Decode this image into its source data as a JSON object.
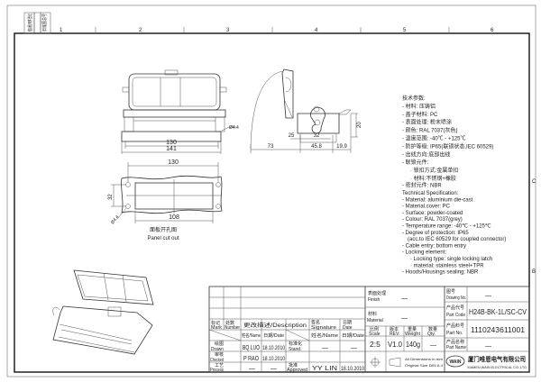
{
  "border": {
    "columns": [
      "1",
      "2",
      "3",
      "4",
      "5",
      "6"
    ],
    "rows_right": [
      "C",
      "B"
    ],
    "corner_boxes": [
      "借(通)用件登记",
      "旧底图总号",
      "底图总号"
    ]
  },
  "front_view": {
    "dim_inner": "130",
    "dim_outer": "141",
    "hole_dia": "Ø4.4"
  },
  "side_view": {
    "dims": [
      "73",
      "45.8",
      "19.9",
      "25",
      "32",
      "20"
    ]
  },
  "panel_cutout": {
    "dim_width": "130",
    "dim_height": "32",
    "dim_inner": "108",
    "hole_dia": "Ø4.4",
    "title_cn": "面板开孔图",
    "title_en": "Panel cut out"
  },
  "spec_cn": {
    "title": "技术参数:",
    "lines": [
      "- 材料: 压铸铝",
      "- 盖子材料: PC",
      "- 表面处理: 粉末喷涂",
      "- 颜色: RAL 7037(灰色)",
      "- 温度范围: -40℃ - +125℃",
      "- 防护等级: IP65(联锁状态,IEC 60529)",
      "- 出线方向:底部出线",
      "- 联锁元件:",
      "· 锁扣方式:金属单扣",
      "· 材料:不锈钢+橡胶",
      "- 密封元件: NBR"
    ]
  },
  "spec_en": {
    "title": "Technical Specification:",
    "lines": [
      "- Material: aluminium die-cast",
      "- Material.cover: PC",
      "- Surface: powder-coated",
      "- Colour: RAL 7037(grey)",
      "- Temperature range: -40℃ - +125℃",
      "- Degree of protection: IP65",
      "(acc.to IEC 60529 for coupled connector)",
      "- Cable entry: bottom entry",
      "- Locking element:",
      "· Locking type: single locking latch",
      "· material: stainless steel+TPR",
      "- Hoods/Housings sealing: NBR"
    ]
  },
  "title_block": {
    "mark": "标记\nMark",
    "mark_cn": "标记",
    "mark_en": "Mark",
    "number_cn": "处数",
    "number_en": "Number",
    "description": "更改描述/Description",
    "signature_cn": "签名",
    "signature_en": "Signature",
    "date_cn": "日期",
    "date_en": "Date",
    "name_hdr": "姓名/Name",
    "date_hdr": "日期/Date",
    "name_hdr2": "姓名/Name",
    "date_hdr2": "日期/Date",
    "drawn_cn": "绘图",
    "drawn_en": "Drawn",
    "drawn_name": "BQ  LUO",
    "drawn_date": "18.10.2010",
    "checked_cn": "审核",
    "checked_en": "Checked",
    "checked_name": "P  RAO",
    "checked_date": "18.10.2010",
    "process_cn": "工艺",
    "process_en": "Process",
    "process_name": "—",
    "process_date": "—",
    "stand_cn": "标准化",
    "stand_en": "Stand.",
    "stand_name": "—",
    "stand_date": "—",
    "approved_cn": "批准",
    "approved_en": "Approved",
    "approved_name": "YY  LIN",
    "approved_date": "18.10.2010",
    "finish_cn": "表面处理",
    "finish_en": "Finish",
    "finish_value": "—",
    "material_cn": "材料",
    "material_en": "Material",
    "material_value": "—",
    "scale_cn": "比例",
    "scale_en": "Scale",
    "scale_value": "2:5",
    "rev_cn": "版本",
    "rev_en": "REV.",
    "rev_value": "V1.0",
    "weight_cn": "重量",
    "weight_en": "Weight",
    "weight_value": "140g",
    "qty_cn": "数量",
    "qty_en": "Qty.",
    "qty_value": "—",
    "units_note1": "All Dimensions in mm",
    "units_note2": "Original Size DIN A 4",
    "drawing_no_cn": "图号",
    "drawing_no_en": "Drawing No.",
    "drawing_no_value": "—",
    "part_code_cn": "产品代号",
    "part_code_en": "Part Code",
    "part_code_value": "H24B-BK-1L/SC-CV",
    "part_no_cn": "产品料号",
    "part_no_en": "Part No.",
    "part_no_value": "1110243611001",
    "part_name_cn": "产品名称",
    "part_name_en": "Part Name",
    "part_name_value": "—",
    "company_cn": "厦门唯恩电气有限公司",
    "company_en": "XIAMEN WAIN ELECTRICAL CO.,LTD",
    "logo_text": "WAIN"
  }
}
